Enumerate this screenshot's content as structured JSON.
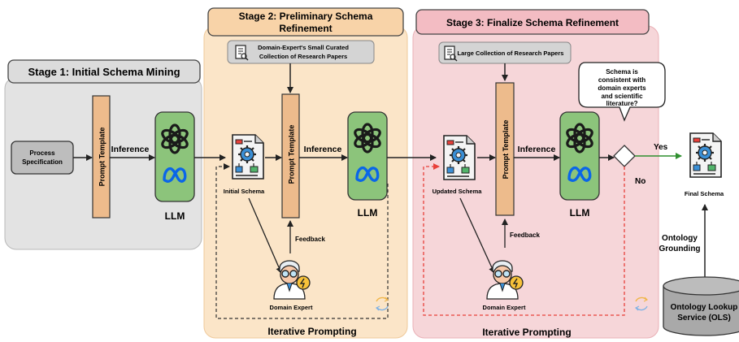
{
  "stage1": {
    "title": "Stage 1: Initial Schema Mining"
  },
  "stage2": {
    "title_line1": "Stage 2: Preliminary Schema",
    "title_line2": "Refinement",
    "papers_line1": "Domain-Expert's Small Curated",
    "papers_line2": "Collection of Research Papers"
  },
  "stage3": {
    "title": "Stage 3: Finalize Schema Refinement",
    "papers": "Large Collection of Research Papers"
  },
  "labels": {
    "process_line1": "Process",
    "process_line2": "Specification",
    "prompt_template": "Prompt Template",
    "inference": "Inference",
    "llm": "LLM",
    "initial_schema": "Initial Schema",
    "updated_schema": "Updated Schema",
    "final_schema": "Final Schema",
    "feedback": "Feedback",
    "domain_expert": "Domain Expert",
    "iterative_prompting": "Iterative Prompting",
    "yes": "Yes",
    "no": "No",
    "question_lines": [
      "Schema is",
      "consistent with",
      "domain experts",
      "and scientific",
      "literature?"
    ],
    "ontology_line1": "Ontology",
    "ontology_line2": "Grounding",
    "ols_line1": "Ontology Lookup",
    "ols_line2": "Service (OLS)"
  },
  "colors": {
    "stage1_bg": "#e3e3e3",
    "stage1_header": "#dcdcdc",
    "stage2_bg": "#fbe5c8",
    "stage2_header": "#f8d3a8",
    "stage3_bg": "#f6d6d9",
    "stage3_header": "#f3bcc3",
    "prompt_template": "#edbb8c",
    "llm_box": "#8cc47b",
    "meta_blue": "#0a66e8",
    "dashed_black": "#333333",
    "dashed_red": "#e8403a",
    "yes_arrow": "#2f8f2f"
  }
}
